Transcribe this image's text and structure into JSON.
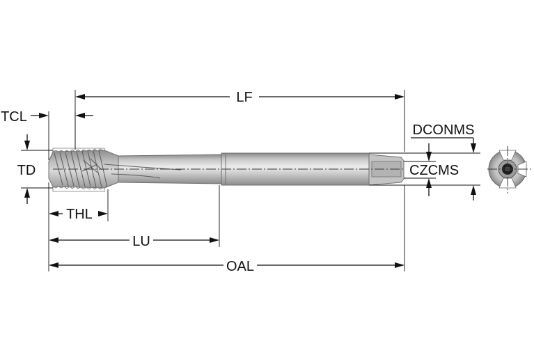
{
  "labels": {
    "lf": "LF",
    "tcl": "TCL",
    "td": "TD",
    "thl": "THL",
    "lu": "LU",
    "oal": "OAL",
    "dconms": "DCONMS",
    "czcms": "CZCMS"
  },
  "colors": {
    "background": "#ffffff",
    "ink": "#111111",
    "tool_light": "#d9d9d9",
    "tool_mid": "#b4b4b4",
    "tool_dark": "#7c7c7c"
  },
  "icons": {
    "end_view": "tap-end-view-icon"
  }
}
